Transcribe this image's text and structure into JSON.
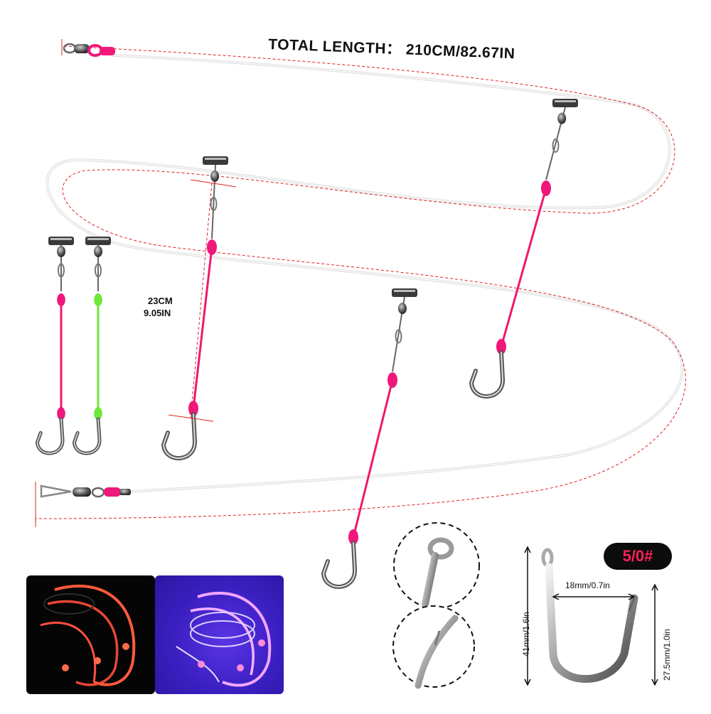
{
  "labels": {
    "total_length": "TOTAL LENGTH： 210CM/82.67IN",
    "snood_length_cm": "23CM",
    "snood_length_in": "9.05IN",
    "hook_gap": "18mm/0.7in",
    "hook_total_height": "41mm/1.6in",
    "hook_shank_height": "27.5mm/1.0in",
    "hook_size": "5/0#"
  },
  "colors": {
    "snood_pink": "#f0186e",
    "snood_green": "#6ee83a",
    "bead_pink": "#f0187a",
    "dim_red": "#e02020",
    "line_clear": "#e6e6e6",
    "badge_text": "#ff1f5a",
    "badge_bg": "#0c0c0c"
  }
}
